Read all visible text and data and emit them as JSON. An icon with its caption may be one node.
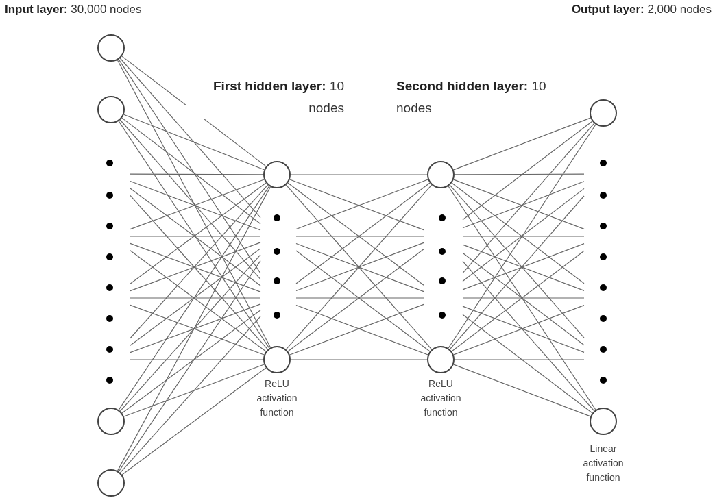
{
  "diagram": {
    "nodes": [
      {
        "text": [],
        "shape": "circle"
      },
      {
        "text": [],
        "shape": "circle"
      },
      {
        "text": [],
        "shape": "circle"
      },
      {
        "text": [],
        "shape": "circle"
      },
      {
        "text": [],
        "shape": "circle"
      },
      {
        "text": [],
        "shape": "circle",
        "beside": [
          "ReLU activation function"
        ]
      },
      {
        "text": [],
        "shape": "circle"
      },
      {
        "text": [],
        "shape": "circle",
        "beside": [
          "ReLU activation function"
        ]
      },
      {
        "text": [],
        "shape": "circle"
      },
      {
        "text": [],
        "shape": "circle",
        "beside": [
          "Linear activation function"
        ]
      }
    ],
    "edges": [
      {
        "from": 0,
        "to": 4,
        "arrow": "none"
      },
      {
        "from": 0,
        "to": 5,
        "arrow": "none"
      },
      {
        "from": 1,
        "to": 4,
        "arrow": "none"
      },
      {
        "from": 1,
        "to": 5,
        "arrow": "none"
      },
      {
        "from": 2,
        "to": 4,
        "arrow": "none"
      },
      {
        "from": 2,
        "to": 5,
        "arrow": "none"
      },
      {
        "from": 3,
        "to": 4,
        "arrow": "none"
      },
      {
        "from": 3,
        "to": 5,
        "arrow": "none"
      },
      {
        "from": 4,
        "to": 6,
        "arrow": "none"
      },
      {
        "from": 4,
        "to": 7,
        "arrow": "none"
      },
      {
        "from": 5,
        "to": 6,
        "arrow": "none"
      },
      {
        "from": 5,
        "to": 7,
        "arrow": "none"
      },
      {
        "from": 6,
        "to": 8,
        "arrow": "none"
      },
      {
        "from": 6,
        "to": 9,
        "arrow": "none"
      },
      {
        "from": 7,
        "to": 8,
        "arrow": "none"
      },
      {
        "from": 7,
        "to": 9,
        "arrow": "none"
      },
      {
        "from": 0,
        "to": null,
        "arrow": "none"
      },
      {
        "from": 0,
        "to": null,
        "arrow": "none"
      },
      {
        "from": 1,
        "to": null,
        "arrow": "none"
      },
      {
        "from": 1,
        "to": null,
        "arrow": "none"
      },
      {
        "from": 2,
        "to": null,
        "arrow": "none"
      },
      {
        "from": 2,
        "to": null,
        "arrow": "none"
      },
      {
        "from": 3,
        "to": null,
        "arrow": "none"
      },
      {
        "from": 3,
        "to": null,
        "arrow": "none"
      },
      {
        "from": null,
        "to": 4,
        "arrow": "none"
      },
      {
        "from": null,
        "to": 4,
        "arrow": "none"
      },
      {
        "from": null,
        "to": 4,
        "arrow": "none"
      },
      {
        "from": null,
        "to": 4,
        "arrow": "none"
      },
      {
        "from": null,
        "to": 5,
        "arrow": "none"
      },
      {
        "from": null,
        "to": 5,
        "arrow": "none"
      },
      {
        "from": null,
        "to": 5,
        "arrow": "none"
      },
      {
        "from": null,
        "to": 5,
        "arrow": "none"
      },
      {
        "from": 4,
        "to": null,
        "arrow": "none"
      },
      {
        "from": 4,
        "to": null,
        "arrow": "none"
      },
      {
        "from": 5,
        "to": null,
        "arrow": "none"
      },
      {
        "from": 5,
        "to": null,
        "arrow": "none"
      },
      {
        "from": null,
        "to": 6,
        "arrow": "none"
      },
      {
        "from": null,
        "to": 6,
        "arrow": "none"
      },
      {
        "from": null,
        "to": 7,
        "arrow": "none"
      },
      {
        "from": null,
        "to": 7,
        "arrow": "none"
      },
      {
        "from": 6,
        "to": null,
        "arrow": "none"
      },
      {
        "from": 6,
        "to": null,
        "arrow": "none"
      },
      {
        "from": 6,
        "to": null,
        "arrow": "none"
      },
      {
        "from": 6,
        "to": null,
        "arrow": "none"
      },
      {
        "from": 7,
        "to": null,
        "arrow": "none"
      },
      {
        "from": 7,
        "to": null,
        "arrow": "none"
      },
      {
        "from": 7,
        "to": null,
        "arrow": "none"
      },
      {
        "from": 7,
        "to": null,
        "arrow": "none"
      },
      {
        "from": null,
        "to": 8,
        "arrow": "none"
      },
      {
        "from": null,
        "to": 8,
        "arrow": "none"
      },
      {
        "from": null,
        "to": 9,
        "arrow": "none"
      },
      {
        "from": null,
        "to": 9,
        "arrow": "none"
      }
    ],
    "labels": [
      "**Input layer:** 30,000 nodes",
      "**Output layer:** 2,000 nodes",
      "**First hidden layer:** 10 nodes",
      "**Second hidden layer:** 10 nodes"
    ]
  }
}
